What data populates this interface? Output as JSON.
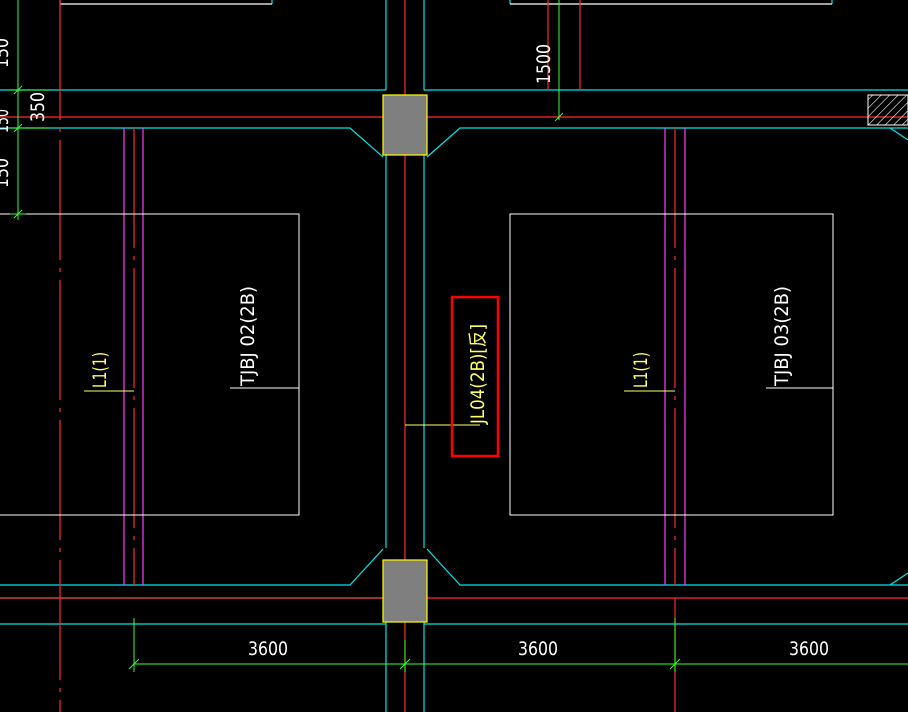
{
  "colors": {
    "background": "#000000",
    "foundation_outline": "#00e5e5",
    "axis_line": "#ff2a2a",
    "beam_line": "#ff3cff",
    "label_yellow": "#ffff66",
    "dimension_green": "#33ff33",
    "slab_white": "#ffffff",
    "column_fill": "#7f7f7f",
    "column_border": "#ffff00",
    "highlight_red": "#ff0000"
  },
  "labels": {
    "slab_left": "TJBJ 02(2B)",
    "slab_right": "TJBJ 03(2B)",
    "beam_left": "L1(1)",
    "beam_right": "L1(1)",
    "ground_beam": "JL04(2B)[反]"
  },
  "dimensions": {
    "bottom_1": "3600",
    "bottom_2": "3600",
    "bottom_3": "3600",
    "top_vertical": "1500",
    "left_350": "350",
    "left_150_a": "150",
    "left_150_b": "150",
    "left_150_c": "150"
  },
  "icons": {
    "hatch": "hatch-pattern-icon",
    "column": "column-block-icon"
  }
}
